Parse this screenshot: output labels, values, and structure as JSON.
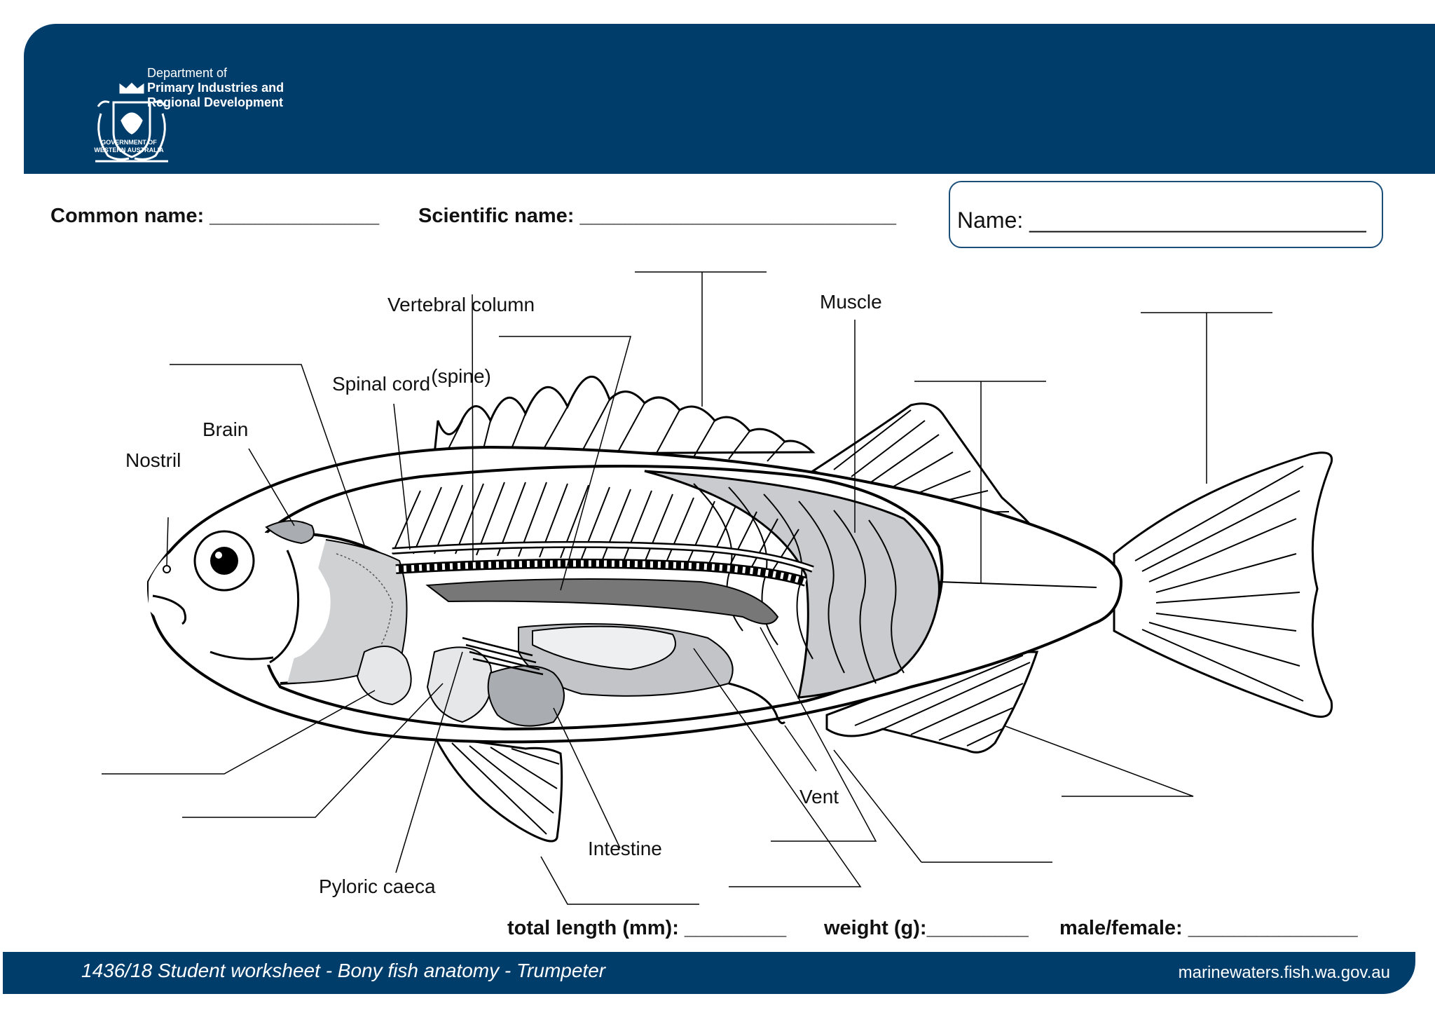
{
  "header": {
    "dept_line1": "Department of",
    "dept_line2": "Primary Industries and",
    "dept_line3": "Regional Development",
    "govt_line1": "GOVERNMENT OF",
    "govt_line2": "WESTERN AUSTRALIA"
  },
  "fields": {
    "common_name": "Common name: _______________",
    "scientific_name": "Scientific name: ____________________________",
    "name": "Name: ___________________________",
    "total_length": "total length (mm): _________",
    "weight": "weight (g):_________",
    "sex": "male/female: _______________"
  },
  "labels": {
    "vertebral_column_l1": "Vertebral column",
    "vertebral_column_l2": "(spine)",
    "muscle": "Muscle",
    "spinal_cord": "Spinal cord",
    "brain": "Brain",
    "nostril": "Nostril",
    "vent": "Vent",
    "intestine": "Intestine",
    "pyloric_caeca": "Pyloric caeca"
  },
  "footer": {
    "worksheet": "1436/18 Student worksheet - Bony fish anatomy - Trumpeter",
    "website": "marinewaters.fish.wa.gov.au"
  },
  "colors": {
    "brand_blue": "#003d6b",
    "organ_grey": "#b9bcbf",
    "light_grey": "#dcdee0"
  }
}
